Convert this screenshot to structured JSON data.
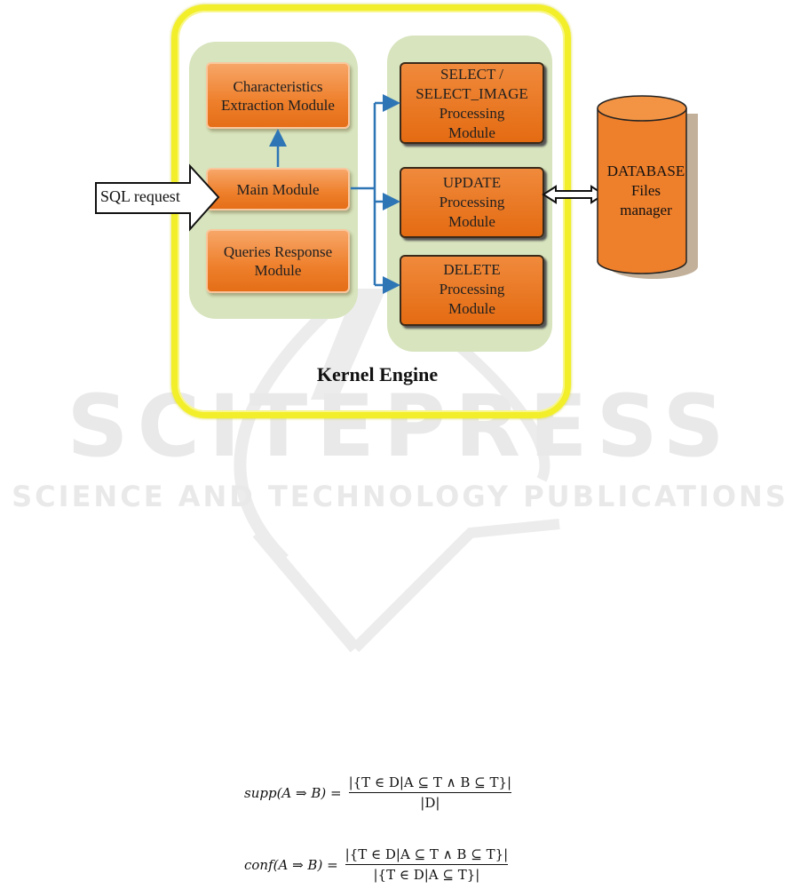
{
  "watermark": {
    "title": "SCITEPRESS",
    "subtitle": "SCIENCE AND TECHNOLOGY PUBLICATIONS"
  },
  "diagram": {
    "kernel_label": "Kernel Engine",
    "input_label": "SQL request",
    "modules": {
      "characteristics": "Characteristics Extraction Module",
      "main": "Main Module",
      "queries_response": "Queries Response Module"
    },
    "processing": {
      "select": [
        "SELECT /",
        "SELECT_IMAGE",
        "Processing",
        "Module"
      ],
      "update": [
        "UPDATE",
        "Processing",
        "Module"
      ],
      "delete": [
        "DELETE",
        "Processing",
        "Module"
      ]
    },
    "database": [
      "DATABASE",
      "Files",
      "manager"
    ],
    "colors": {
      "kernel_border": "#f2ef2a",
      "panel": "#d7e4bd",
      "module": "#ee7f2b",
      "arrow": "#2e75b6"
    }
  },
  "formulas": [
    {
      "lhs": "supp(A ⇒ B) =",
      "numerator": "|{T ∈ D|A ⊆ T ∧ B ⊆ T}|",
      "denominator": "|D|"
    },
    {
      "lhs": "conf(A ⇒ B) =",
      "numerator": "|{T ∈ D|A ⊆ T ∧ B ⊆ T}|",
      "denominator": "|{T ∈ D|A ⊆ T}|"
    }
  ]
}
